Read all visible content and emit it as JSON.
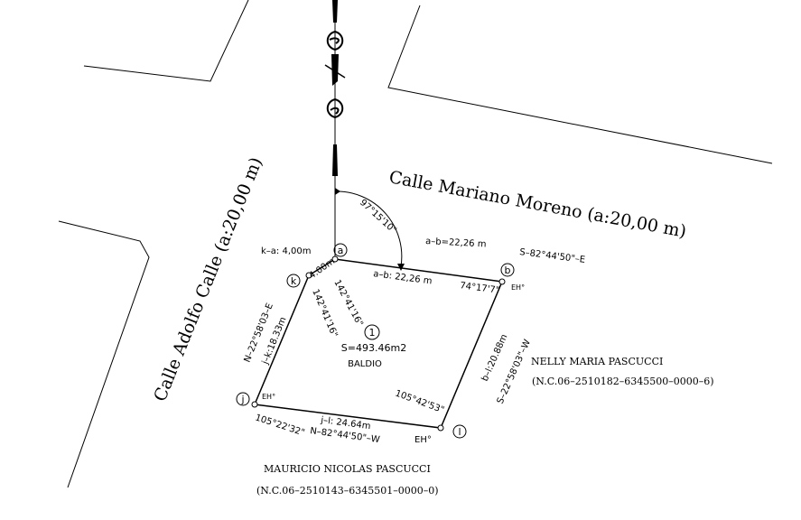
{
  "streets": {
    "mariano": "Calle Mariano Moreno (a:20,00 m)",
    "adolfo": "Calle Adolfo Calle (a:20,00 m)"
  },
  "vertices": {
    "a": "a",
    "b": "b",
    "k": "k",
    "j": "j",
    "l": "l"
  },
  "angles": {
    "north": "97°15'10\"",
    "b": "74°17'7\"",
    "l": "105°42'53\"",
    "j": "105°22'32\"",
    "a1": "142°41'16\"",
    "a2": "142°41'16\""
  },
  "dims": {
    "ka": "k–a: 4,00m",
    "ka_short": "4.00m",
    "ab_top": "a–b=22,26  m",
    "ab_bearing": "S–82°44'50\"–E",
    "ab_inner": "a–b:  22,26  m",
    "bl": "b–l:20.88m",
    "bl_bearing": "S–22°58'03\"–W",
    "jk": "j–k:18.33m",
    "jk_bearing": "N–22°58'03–E",
    "jl": "j–l: 24.64m",
    "jl_bearing": "N–82°44'50\"–W"
  },
  "lot": {
    "number": "1",
    "area": "S=493.46m2",
    "use": "BALDIO"
  },
  "markers": {
    "eh_b": "EH°",
    "eh_j": "EH°",
    "eh_l": "EH°"
  },
  "neighbors": {
    "east_name": "NELLY MARIA PASCUCCI",
    "east_nc": "(N.C.06–2510182–6345500–0000–6)",
    "south_name": "MAURICIO NICOLAS PASCUCCI",
    "south_nc": "(N.C.06–2510143–6345501–0000–0)"
  }
}
